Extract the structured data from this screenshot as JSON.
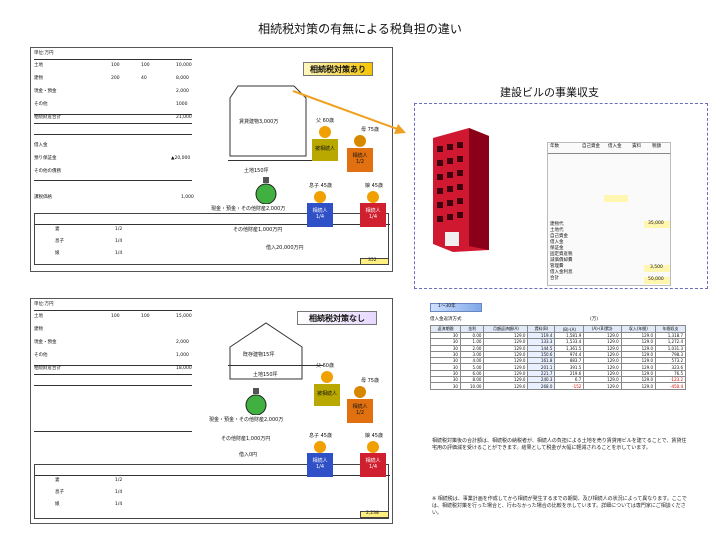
{
  "page_title": "相続税対策の有無による税負担の違い",
  "panel_top": {
    "tag": "相続税対策あり",
    "unit": "単位:万円",
    "rows": [
      {
        "label": "土地",
        "v1": "100",
        "v2": "100",
        "v3": "10,000"
      },
      {
        "label": "建物",
        "v1": "200",
        "v2": "40",
        "v3": "8,000"
      },
      {
        "label": "現金・預金",
        "v1": "",
        "v2": "",
        "v3": "2,000"
      },
      {
        "label": "その他",
        "v1": "",
        "v2": "",
        "v3": "1000"
      }
    ],
    "total_label": "相続財産合計",
    "total": "21,000",
    "debt_rows": [
      "借入金",
      "預り保証金",
      "その他の債務"
    ],
    "debt_total": "▲20,000",
    "net_label": "課税価格",
    "net": "1,000",
    "land_label": "土地150坪",
    "building_label": "賃貸建物3,000万",
    "cash_label": "現金・預金・その他財産2,000万",
    "other_label": "その他財産1,000万円",
    "loan_label": "借入20,000万円",
    "summary_amount": "352"
  },
  "panel_bottom": {
    "tag": "相続税対策なし",
    "unit": "単位:万円",
    "rows": [
      {
        "label": "土地",
        "v1": "100",
        "v2": "100",
        "v3": "15,000"
      },
      {
        "label": "建物",
        "v1": "",
        "v2": "",
        "v3": ""
      },
      {
        "label": "現金・預金",
        "v1": "",
        "v2": "",
        "v3": "2,000"
      },
      {
        "label": "その他",
        "v1": "",
        "v2": "",
        "v3": "1,000"
      }
    ],
    "total_label": "相続財産合計",
    "total": "18,000",
    "land_label": "土地150坪",
    "building_label": "既存建物15坪",
    "cash_label": "現金・預金・その他財産2,000万",
    "other_label": "その他財産1,000万円",
    "loan_label": "借入0円",
    "summary_amount": "2,238"
  },
  "family": {
    "father": "父 60歳",
    "mother": "母 75歳",
    "son": "息子 45歳",
    "daughter": "娘 45歳",
    "heir_label": "相続人",
    "half": "1/2",
    "quarter": "1/4",
    "father_role": "被相続人"
  },
  "summary_table_rows": [
    {
      "name": "妻",
      "share": "1/2"
    },
    {
      "name": "息子",
      "share": "1/4"
    },
    {
      "name": "娘",
      "share": "1/4"
    }
  ],
  "rental": {
    "title": "建設ビルの事業収支",
    "sheet_header": [
      "年数",
      "自己資金",
      "借入金",
      "賃料",
      "税額"
    ],
    "labels": [
      "建物代",
      "土地代",
      "自己資金",
      "借入金",
      "保証金",
      "固定資産税",
      "減価償却費",
      "管理費",
      "借入金利息",
      "合計"
    ],
    "highlight_values": [
      "35,000",
      "3,500",
      "50,000"
    ]
  },
  "cash_table": {
    "heading": "1～30年",
    "subheading": "借入金返済方式",
    "note_unit": "(万)",
    "headers": [
      "返済期間",
      "金利",
      "月額返済額(A)",
      "賃料(B)",
      "(B)-(A)",
      "(A)-(B)累計",
      "収入(年間)",
      "年間収支"
    ],
    "rows": [
      [
        "30",
        "0.00",
        "129.0",
        "119.4",
        "1,581.9",
        "129.0",
        "1,318.7"
      ],
      [
        "30",
        "1.00",
        "129.0",
        "133.3",
        "1,533.4",
        "129.0",
        "1,272.4"
      ],
      [
        "30",
        "2.00",
        "129.0",
        "144.5",
        "1,361.5",
        "129.0",
        "1,031.3"
      ],
      [
        "30",
        "3.00",
        "129.0",
        "150.6",
        "974.4",
        "129.0",
        "798.3"
      ],
      [
        "30",
        "4.00",
        "129.0",
        "161.8",
        "883.7",
        "129.0",
        "573.2"
      ],
      [
        "30",
        "5.00",
        "129.0",
        "201.1",
        "391.5",
        "129.0",
        "323.6"
      ],
      [
        "30",
        "6.00",
        "129.0",
        "221.7",
        "219.6",
        "129.0",
        "76.5"
      ],
      [
        "30",
        "8.00",
        "129.0",
        "240.3",
        "6.7",
        "129.0",
        "-123.2"
      ],
      [
        "30",
        "10.00",
        "129.0",
        "268.0",
        "-152",
        "129.0",
        "-450.4"
      ]
    ]
  },
  "notes": {
    "note1": "相続税対策後の合計額は、相続税の納税者が、相続人の負担による土地を売り賃貸用ビルを建てることで、賃貸住宅用の評価減を受けることができます。結果として税金が大幅に軽減されることを示しています。",
    "note2": "※ 相続税は、事業計画を作成してから相続が発生するまでの期間、及び相続人の状況によって異なります。ここでは、相続税対策を行った場合と、行わなかった場合の比較を示しています。詳細については専門家にご相談ください。"
  },
  "colors": {
    "building": "#d01830",
    "arrow": "#f0a020",
    "father": "#f0a000",
    "mother": "#d88800",
    "son": "#3050c8",
    "daughter": "#d02030",
    "bag": "#40b040"
  }
}
